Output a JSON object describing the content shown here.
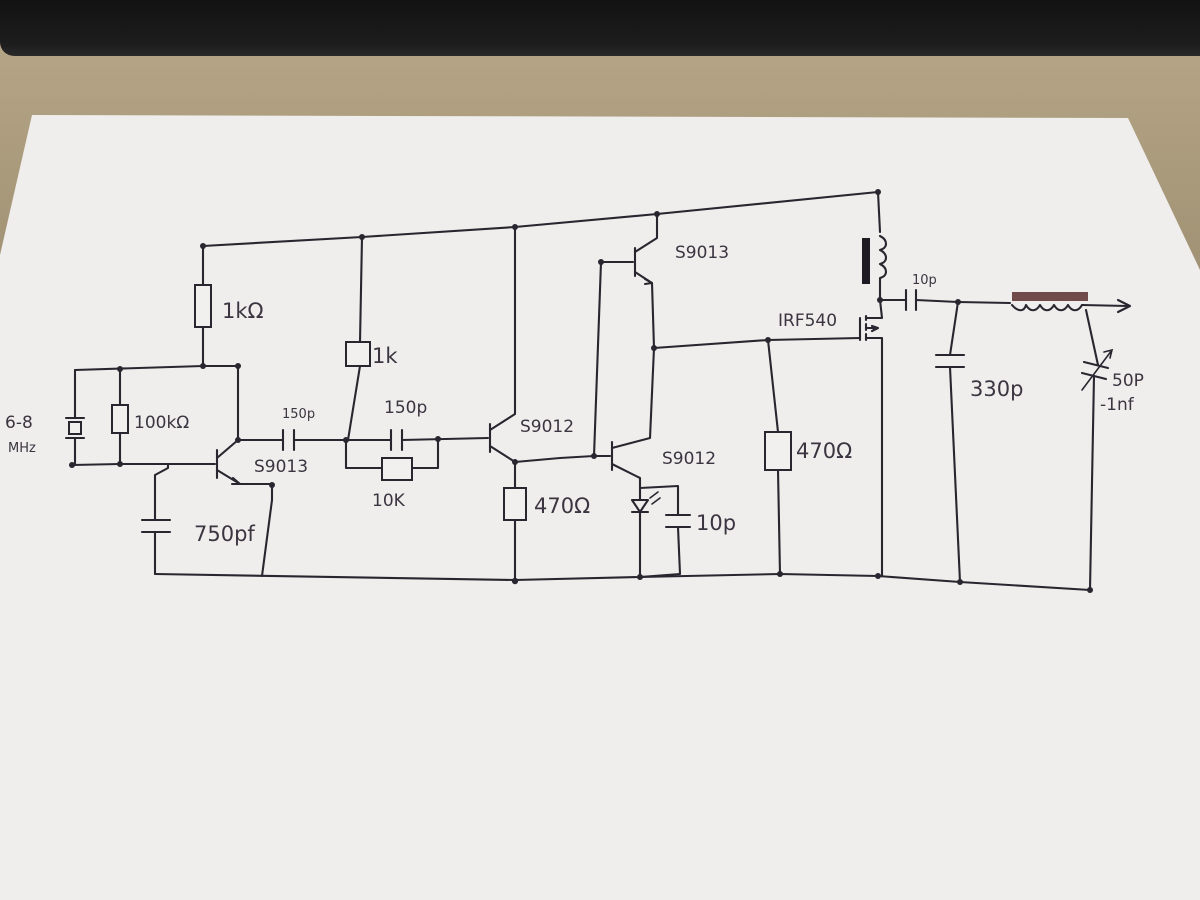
{
  "labels": {
    "crystal": "6-8",
    "crystal_unit": "MHz",
    "r_100k": "100kΩ",
    "r_1k_left": "1kΩ",
    "r_1k_mid": "1k",
    "c_150p_a": "150p",
    "c_150p_b": "150p",
    "r_10k": "10K",
    "q1": "S9013",
    "c_750p": "750pf",
    "q2": "S9012",
    "r_470": "470Ω",
    "q3": "S9013",
    "q4": "S9012",
    "c_10p_led": "10p",
    "mosfet": "IRF540",
    "r_470_gate": "470Ω",
    "c_10p_out": "10p",
    "c_330p": "330p",
    "c_var_a": "50P",
    "c_var_b": "-1nf"
  },
  "colors": {
    "ink": "#2a2630",
    "paper": "#efeeec",
    "marker": "#5a2e2e"
  }
}
